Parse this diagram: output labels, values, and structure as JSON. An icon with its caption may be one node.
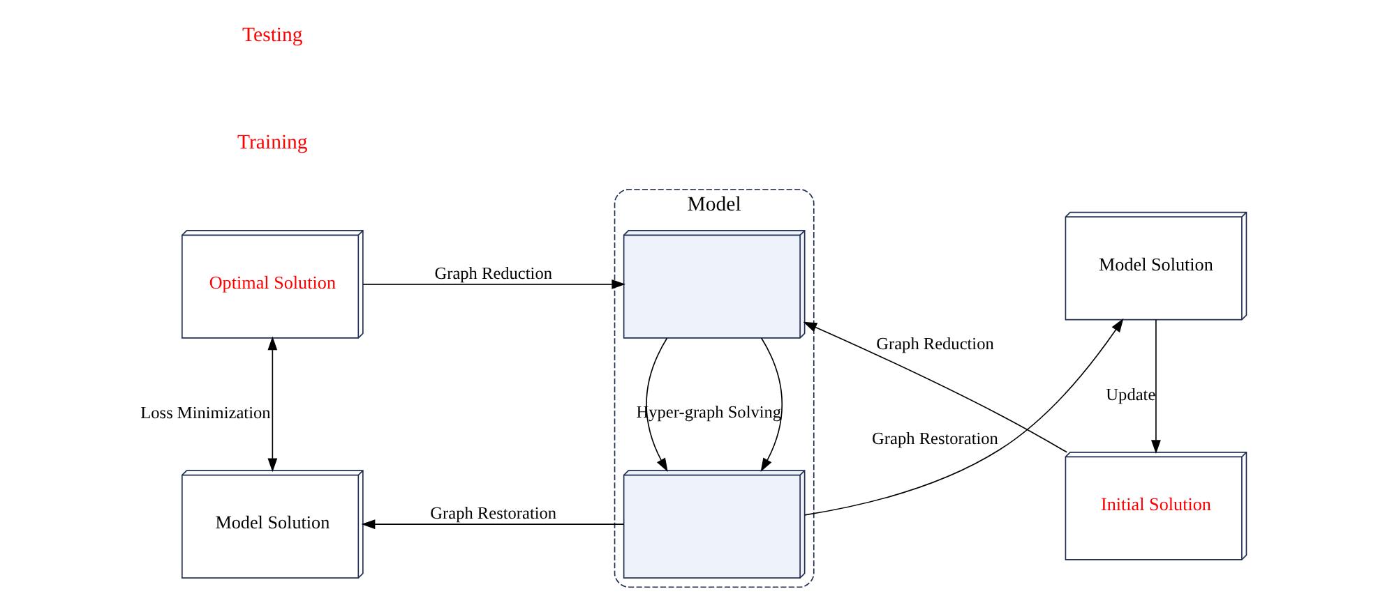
{
  "diagram": {
    "nodes": [
      {
        "text": [
          "Optimal Solution"
        ]
      },
      {
        "text": [
          "Model"
        ]
      },
      {
        "text": [],
        "shape": "picture",
        "in": 1
      },
      {
        "text": [],
        "shape": "picture",
        "in": 1
      },
      {
        "text": [
          "Initial Solution"
        ]
      },
      {
        "text": [
          "Model Solution"
        ]
      },
      {
        "text": [
          "Model Solution"
        ]
      }
    ],
    "edges": [
      {
        "from": 0,
        "to": 2,
        "arrow": "to",
        "label": "Graph Reduction"
      },
      {
        "from": 4,
        "to": 2,
        "arrow": "to",
        "label": "Graph Reduction"
      },
      {
        "from": 2,
        "to": 3,
        "arrow": "to",
        "label": "Hyper-graph Solving"
      },
      {
        "from": 2,
        "to": 3,
        "arrow": "to"
      },
      {
        "from": 3,
        "to": 5,
        "arrow": "to",
        "label": "Graph Restoration"
      },
      {
        "from": 3,
        "to": 6,
        "arrow": "to",
        "label": "Graph Restoration"
      },
      {
        "from": 0,
        "to": 5,
        "arrow": "both",
        "label": "Loss Minimization"
      },
      {
        "from": 6,
        "to": 4,
        "arrow": "to",
        "label": "Update"
      }
    ],
    "labels": [
      "Training",
      "Testing"
    ]
  }
}
